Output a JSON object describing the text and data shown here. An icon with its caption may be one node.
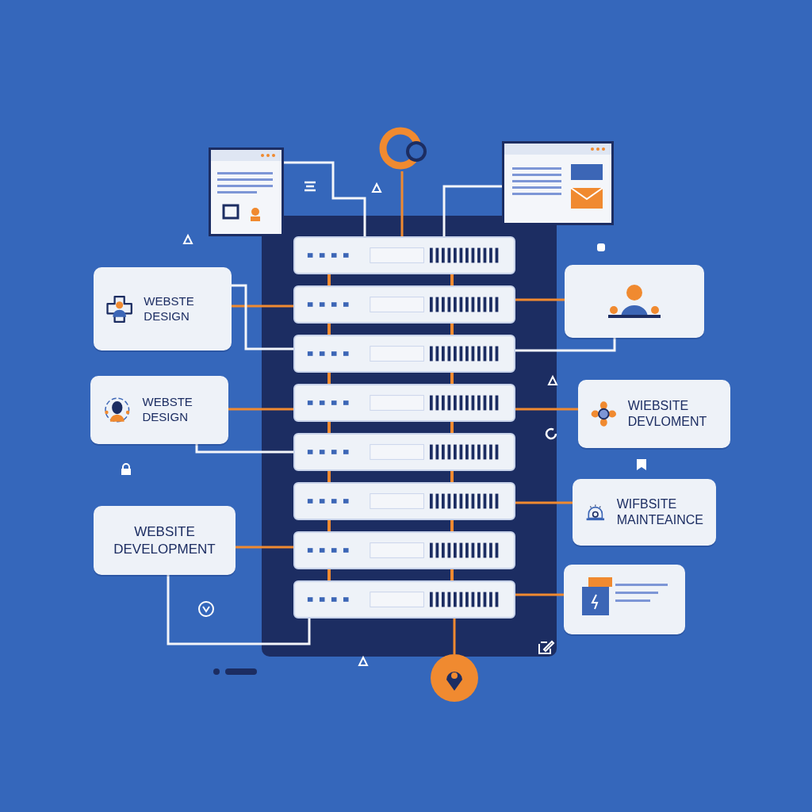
{
  "diagram": {
    "nodes": [
      {
        "text": [],
        "shape": "picture"
      },
      {
        "text": [],
        "shape": "circle"
      },
      {
        "text": [],
        "shape": "picture"
      },
      {
        "text": [],
        "shape": "bar"
      },
      {
        "text": [],
        "shape": "bar"
      },
      {
        "text": [],
        "shape": "bar"
      },
      {
        "text": [],
        "shape": "bar"
      },
      {
        "text": [],
        "shape": "bar"
      },
      {
        "text": [],
        "shape": "bar"
      },
      {
        "text": [],
        "shape": "bar"
      },
      {
        "text": [],
        "shape": "bar"
      },
      {
        "text": [
          "WEBSTE DESIGN"
        ]
      },
      {
        "text": [],
        "shape": "box"
      },
      {
        "text": [
          "WEBSTE DESIGN"
        ]
      },
      {
        "text": [
          "WIEBSITE DEVLOMENT"
        ]
      },
      {
        "text": [
          "WIFBSITE MAINTEAINCE"
        ]
      },
      {
        "text": [
          "WEBSITE DEVELOPMENT"
        ]
      },
      {
        "text": [],
        "shape": "box"
      },
      {
        "text": [],
        "shape": "circle"
      }
    ],
    "edges": [
      {
        "from": 0,
        "to": 3,
        "arrow": "none",
        "color": "#f4f6fa"
      },
      {
        "from": 1,
        "to": 3,
        "arrow": "none"
      },
      {
        "from": 2,
        "to": 3,
        "arrow": "none",
        "color": "#f4f6fa"
      },
      {
        "from": 11,
        "to": 4,
        "arrow": "none"
      },
      {
        "from": 11,
        "to": 5,
        "arrow": "none",
        "color": "#f4f6fa"
      },
      {
        "from": 12,
        "to": 4,
        "arrow": "none"
      },
      {
        "from": 12,
        "to": 5,
        "arrow": "none",
        "color": "#f4f6fa"
      },
      {
        "from": 13,
        "to": 6,
        "arrow": "none"
      },
      {
        "from": 13,
        "to": 7,
        "arrow": "none",
        "color": "#f4f6fa"
      },
      {
        "from": 14,
        "to": 6,
        "arrow": "none"
      },
      {
        "from": 15,
        "to": 8,
        "arrow": "none"
      },
      {
        "from": 16,
        "to": 9,
        "arrow": "none"
      },
      {
        "from": 16,
        "to": 10,
        "arrow": "none",
        "color": "#f4f6fa"
      },
      {
        "from": 17,
        "to": 10,
        "arrow": "none"
      },
      {
        "from": 18,
        "to": 10,
        "arrow": "none"
      },
      {
        "from": 3,
        "to": 4,
        "arrow": "none"
      },
      {
        "from": 3,
        "to": 4,
        "arrow": "none"
      },
      {
        "from": 4,
        "to": 5,
        "arrow": "none"
      },
      {
        "from": 4,
        "to": 5,
        "arrow": "none"
      },
      {
        "from": 5,
        "to": 6,
        "arrow": "none"
      },
      {
        "from": 5,
        "to": 6,
        "arrow": "none"
      },
      {
        "from": 6,
        "to": 7,
        "arrow": "none"
      },
      {
        "from": 6,
        "to": 7,
        "arrow": "none"
      },
      {
        "from": 7,
        "to": 8,
        "arrow": "none"
      },
      {
        "from": 7,
        "to": 8,
        "arrow": "none"
      },
      {
        "from": 8,
        "to": 9,
        "arrow": "none"
      },
      {
        "from": 8,
        "to": 9,
        "arrow": "none"
      },
      {
        "from": 9,
        "to": 10,
        "arrow": "none"
      },
      {
        "from": 9,
        "to": 10,
        "arrow": "none"
      }
    ]
  }
}
